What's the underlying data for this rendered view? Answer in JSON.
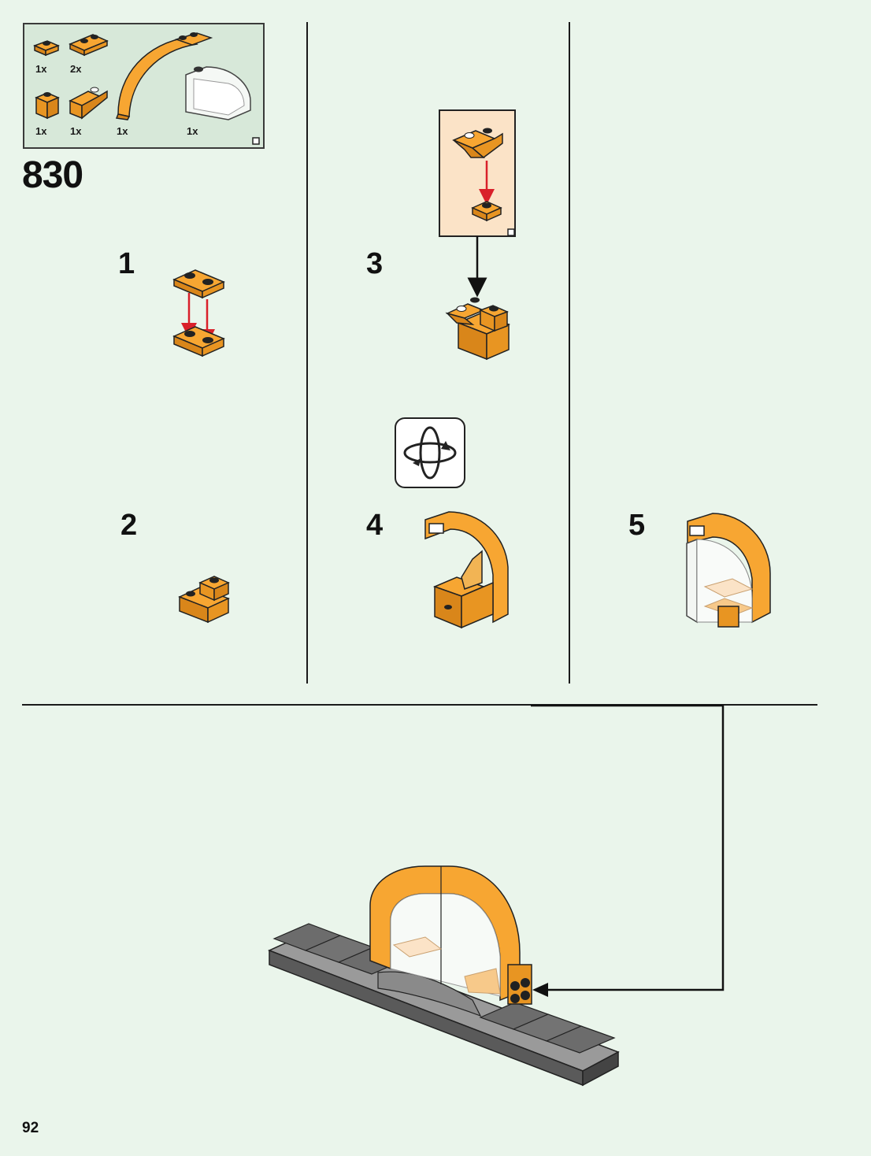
{
  "parts_list": {
    "items": [
      {
        "qty": "1x",
        "part": "plate-1x1"
      },
      {
        "qty": "2x",
        "part": "plate-1x2"
      },
      {
        "qty": "1x",
        "part": "brick-1x1"
      },
      {
        "qty": "1x",
        "part": "slope-1x1"
      },
      {
        "qty": "1x",
        "part": "curved-arch"
      },
      {
        "qty": "1x",
        "part": "transparent-window"
      }
    ]
  },
  "set_number": "830",
  "steps": [
    {
      "number": "1"
    },
    {
      "number": "2"
    },
    {
      "number": "3"
    },
    {
      "number": "4"
    },
    {
      "number": "5"
    }
  ],
  "colors": {
    "orange": "#f7a632",
    "orange_dark": "#d9861a",
    "gray": "#707070",
    "gray_light": "#9a9a9a",
    "arrow_red": "#d9202a",
    "background": "#eaf5eb",
    "callout_bg": "#fbe3c7"
  },
  "page_number": "92"
}
